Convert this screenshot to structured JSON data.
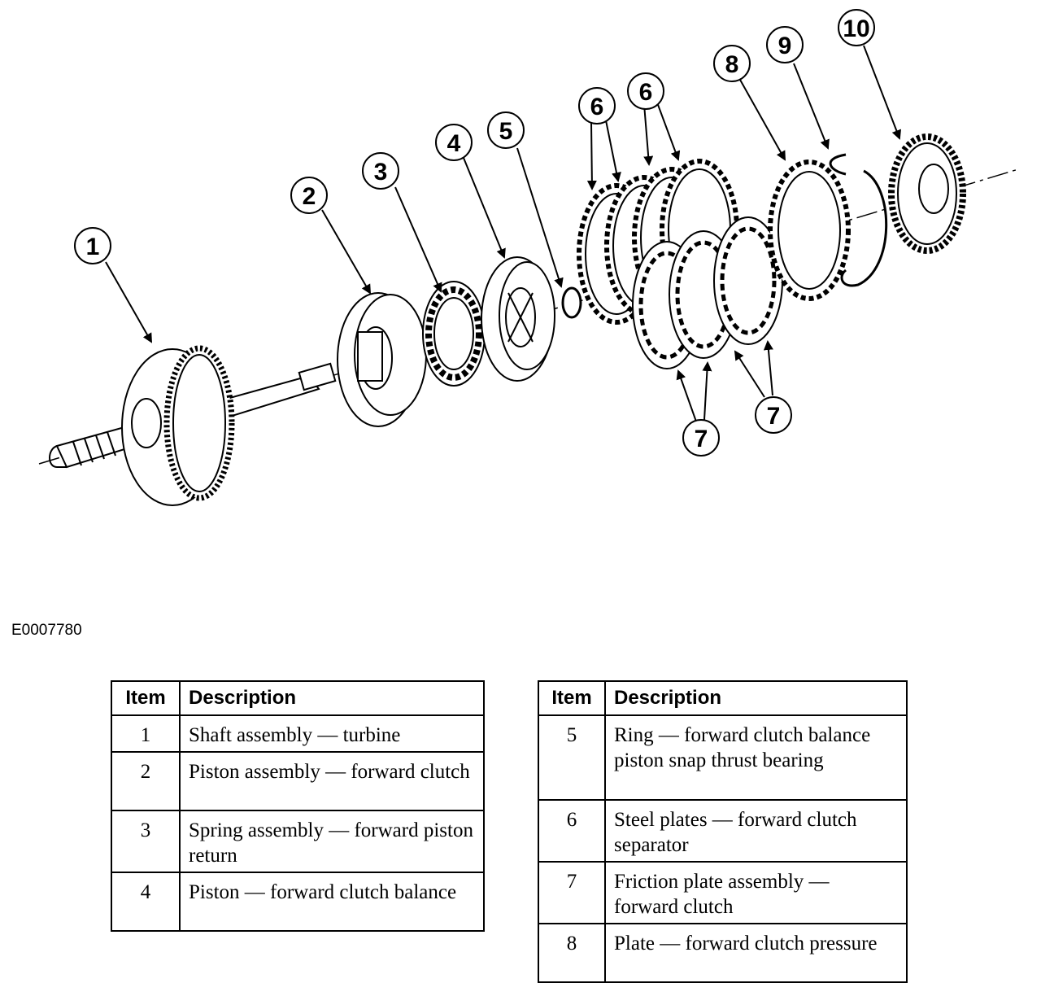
{
  "figure_id": "E0007780",
  "callouts": [
    "1",
    "2",
    "3",
    "4",
    "5",
    "6",
    "6",
    "7",
    "7",
    "8",
    "9",
    "10"
  ],
  "legend_left": {
    "header_item": "Item",
    "header_description": "Description",
    "rows": [
      {
        "item": "1",
        "description": "Shaft assembly — turbine"
      },
      {
        "item": "2",
        "description": "Piston assembly — forward clutch"
      },
      {
        "item": "3",
        "description": "Spring assembly — forward piston return"
      },
      {
        "item": "4",
        "description": "Piston — forward clutch balance"
      }
    ]
  },
  "legend_right": {
    "header_item": "Item",
    "header_description": "Description",
    "rows": [
      {
        "item": "5",
        "description": "Ring — forward clutch balance piston snap thrust bearing"
      },
      {
        "item": "6",
        "description": "Steel plates — forward clutch separator"
      },
      {
        "item": "7",
        "description": "Friction plate assembly — forward clutch"
      },
      {
        "item": "8",
        "description": "Plate — forward clutch pressure"
      }
    ]
  }
}
